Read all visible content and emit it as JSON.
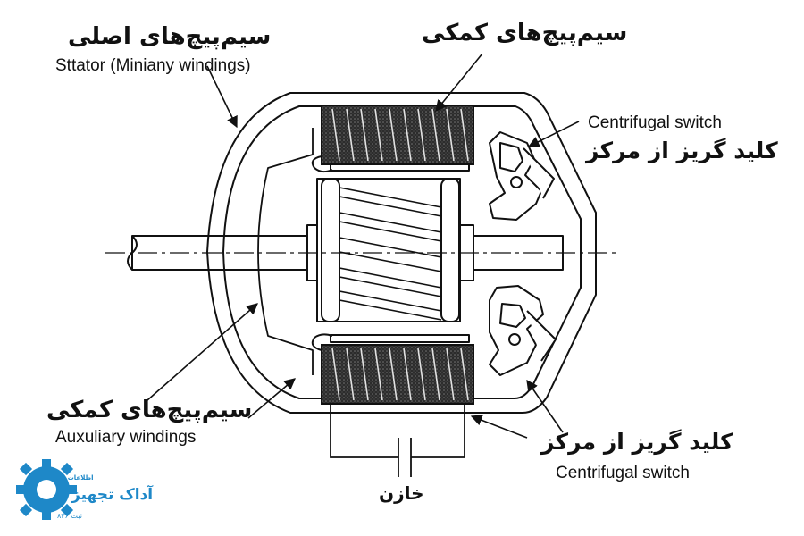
{
  "labels": {
    "main_windings_fa": "سیم‌پیچ‌های اصلی",
    "main_windings_en": "Sttator (Miniany windings)",
    "aux_windings_top_fa": "سیم‌پیچ‌های کمکی",
    "centrifugal_top_en": "Centrifugal switch",
    "centrifugal_top_fa": "کلید گریز از مرکز",
    "aux_windings_bottom_fa": "سیم‌پیچ‌های کمکی",
    "aux_windings_bottom_en": "Auxuliary windings",
    "centrifugal_bottom_fa": "کلید گریز از مرکز",
    "centrifugal_bottom_en": "Centrifugal switch",
    "capacitor_fa": "خازن"
  },
  "logo": {
    "name": "آداک تجهیز",
    "small_text": "اطلاعات مهر",
    "number": "ثبت ۸۴۶",
    "color": "#1e88c8"
  },
  "colors": {
    "line": "#111111",
    "coil_fill": "#3a3a3a",
    "background": "#ffffff"
  }
}
